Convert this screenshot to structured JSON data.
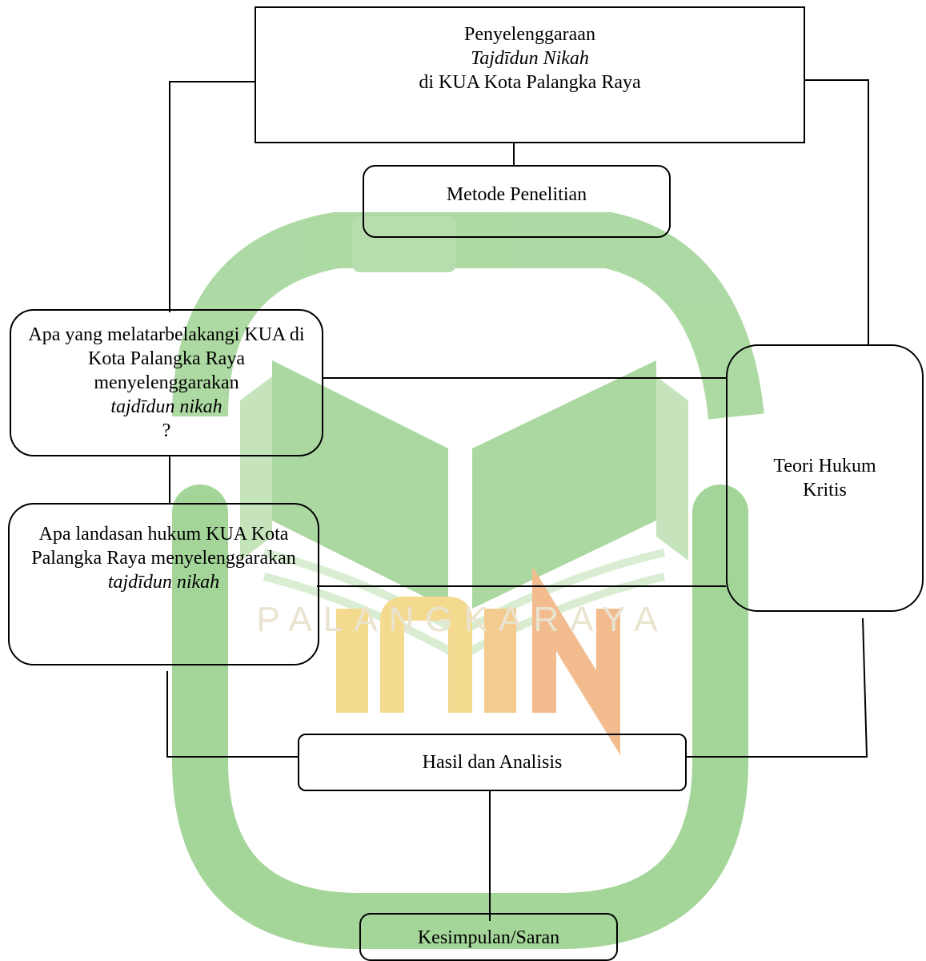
{
  "diagram": {
    "title_box": {
      "text_1": "Penyelenggaraan ",
      "text_italic": "Tajdīdun Nikah",
      "text_2": " di KUA Kota Palangka Raya"
    },
    "method_box": {
      "text": "Metode Penelitian"
    },
    "question_1": {
      "text_1": "Apa yang melatarbelakangi KUA di Kota Palangka Raya menyelenggarakan ",
      "text_italic": "tajdīdun nikah",
      "text_2": "?"
    },
    "question_2": {
      "text_1": "Apa landasan hukum KUA Kota Palangka Raya menyelenggarakan ",
      "text_italic": "tajdīdun nikah",
      "text_2": ""
    },
    "theory_box": {
      "text": "Teori Hukum Kritis"
    },
    "result_box": {
      "text": "Hasil dan Analisis"
    },
    "conclusion_box": {
      "text": "Kesimpulan/Saran"
    }
  },
  "watermark": {
    "text": "PALANGKARAYA",
    "green": "#7cc26e",
    "light_green": "#b9dfae",
    "yellow": "#f2d27a",
    "orange": "#f0a860"
  }
}
